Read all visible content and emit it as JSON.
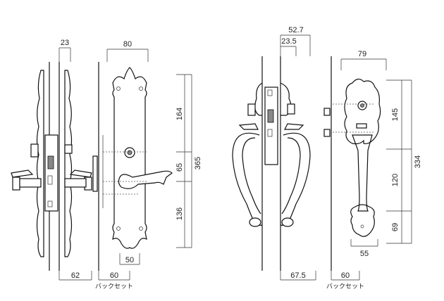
{
  "left_drawing": {
    "dims": {
      "thickness_top": "23",
      "width_top": "80",
      "height_upper": "164",
      "height_middle": "65",
      "height_lower": "136",
      "height_total": "365",
      "width_bottom": "50",
      "depth_bottom": "62",
      "backset": "60"
    },
    "backset_label": "バックセット"
  },
  "right_drawing": {
    "dims": {
      "overall_top": "52.7",
      "thickness_top": "23.5",
      "width_top": "79",
      "height_upper": "145",
      "height_middle": "120",
      "height_lower": "69",
      "height_total": "334",
      "width_bottom": "55",
      "depth_bottom": "67.5",
      "backset": "60"
    },
    "backset_label": "バックセット"
  }
}
